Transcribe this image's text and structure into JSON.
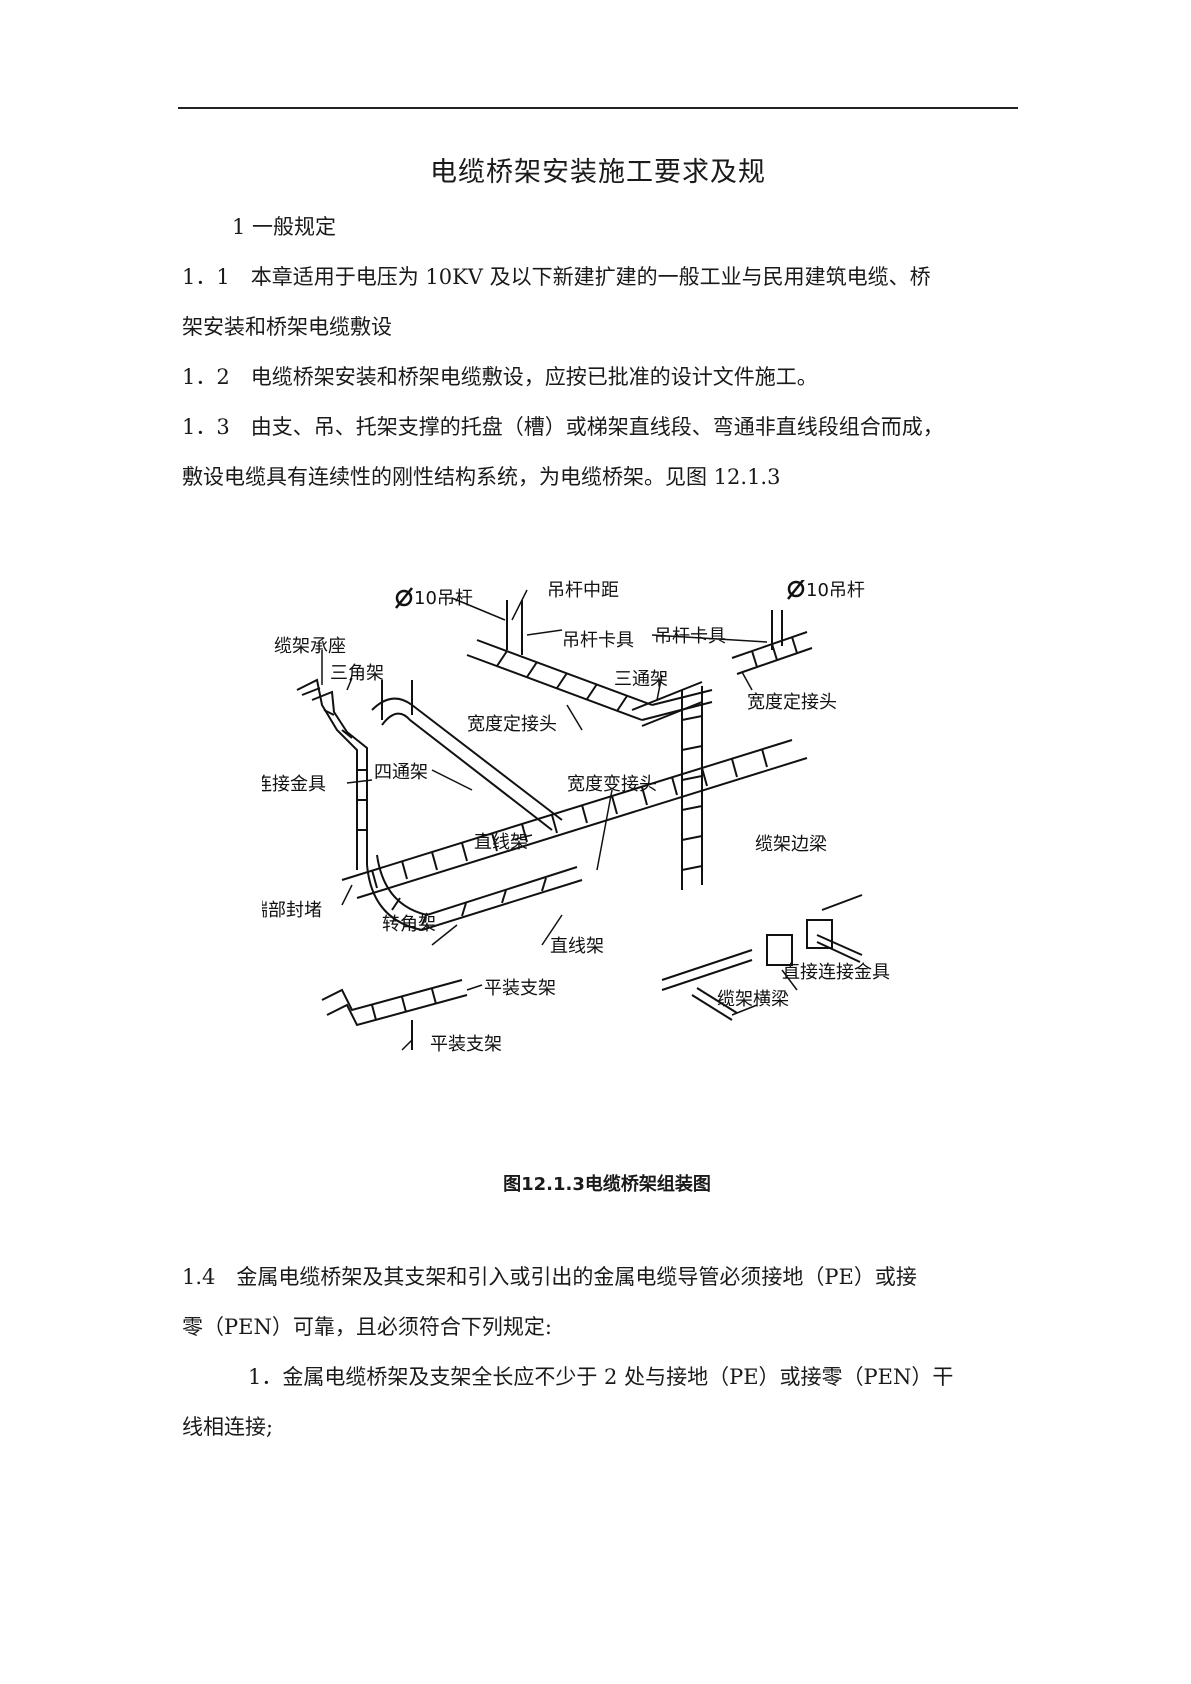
{
  "document": {
    "title": "电缆桥架安装施工要求及规",
    "section_heading": "1 一般规定",
    "paragraphs": {
      "p1_1_line1": "1．1　本章适用于电压为 10KV 及以下新建扩建的一般工业与民用建筑电缆、桥",
      "p1_1_line2": "架安装和桥架电缆敷设",
      "p1_2": "1．2　电缆桥架安装和桥架电缆敷设，应按已批准的设计文件施工。",
      "p1_3_line1": "1．3　由支、吊、托架支撑的托盘（槽）或梯架直线段、弯通非直线段组合而成，",
      "p1_3_line2": "敷设电缆具有连续性的刚性结构系统，为电缆桥架。见图 12.1.3",
      "p1_4_line1": "1.4　金属电缆桥架及其支架和引入或引出的金属电缆导管必须接地（PE）或接",
      "p1_4_line2": "零（PEN）可靠，且必须符合下列规定:",
      "item1_line1": "1．金属电缆桥架及支架全长应不少于 2 处与接地（PE）或接零（PEN）干",
      "item1_line2": "线相连接;"
    }
  },
  "figure": {
    "caption": "图12.1.3电缆桥架组装图",
    "labels": {
      "rod_left": "10吊杆",
      "rod_spacing": "吊杆中距",
      "rod_right": "10吊杆",
      "tray_seat": "缆架承座",
      "triangle_bracket": "三角架",
      "rod_clamp_mid": "吊杆卡具",
      "rod_clamp_right": "吊杆卡具",
      "tee": "三通架",
      "width_fixed_joint_mid": "宽度定接头",
      "width_fixed_joint_right": "宽度定接头",
      "connector_fitting": "连接金具",
      "cross": "四通架",
      "width_change_joint": "宽度变接头",
      "straight_upper": "直线架",
      "end_cap": "端部封堵",
      "side_beam": "缆架边梁",
      "elbow": "转角架",
      "straight_lower": "直线架",
      "flat_support_1": "平装支架",
      "direct_connector": "直接连接金具",
      "cross_beam": "缆架横梁",
      "flat_support_2": "平装支架"
    }
  }
}
